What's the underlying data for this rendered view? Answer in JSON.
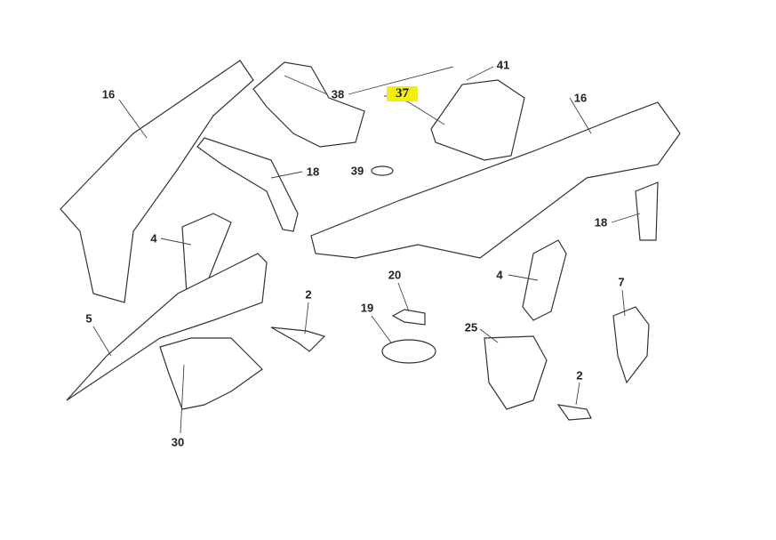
{
  "diagram": {
    "highlight_color": "#f5f000",
    "highlighted_label": "37",
    "labels": [
      "16",
      "38",
      "41",
      "16",
      "18",
      "39",
      "4",
      "18",
      "20",
      "4",
      "2",
      "7",
      "5",
      "19",
      "25",
      "2",
      "30"
    ]
  }
}
